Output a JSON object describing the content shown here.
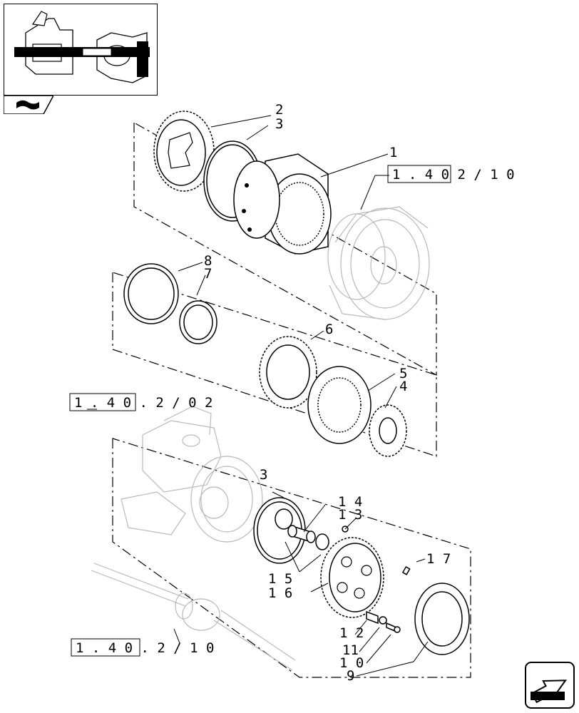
{
  "callouts": [
    "1",
    "2",
    "3",
    "4",
    "5",
    "6",
    "7",
    "8",
    "3",
    "14",
    "13",
    "15",
    "16",
    "17",
    "12",
    "11",
    "10",
    "9"
  ],
  "callout_display": {
    "c1": "1",
    "c2": "2",
    "c3a": "3",
    "c4": "4",
    "c5": "5",
    "c6": "6",
    "c7": "7",
    "c8": "8",
    "c3b": "3",
    "c14": "1 4",
    "c13": "1 3",
    "c15": "1 5",
    "c16": "1 6",
    "c17": "1 7",
    "c12": "1 2",
    "c11": "11",
    "c10": "1 0",
    "c9": "9"
  },
  "references": {
    "ref_right": "1 . 4 0   2 / 1 0",
    "ref_left_mid": "1 . 4 0 . 2 / 0 2",
    "ref_left_bottom": "1 . 4 0 . 2 / 1 0"
  },
  "icons": {
    "overview": "axle-overview-thumbnail-icon",
    "tab": "book-icon",
    "nav": "next-page-arrow-icon"
  }
}
